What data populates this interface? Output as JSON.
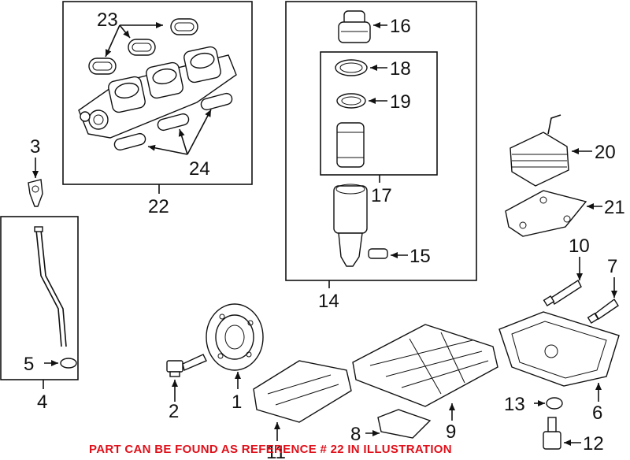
{
  "labels": {
    "p1": "1",
    "p2": "2",
    "p3": "3",
    "p4": "4",
    "p5": "5",
    "p6": "6",
    "p7": "7",
    "p8": "8",
    "p9": "9",
    "p10": "10",
    "p11": "11",
    "p12": "12",
    "p13": "13",
    "p14": "14",
    "p15": "15",
    "p16": "16",
    "p17": "17",
    "p18": "18",
    "p19": "19",
    "p20": "20",
    "p21": "21",
    "p22": "22",
    "p23": "23",
    "p24": "24"
  },
  "notice": "PART CAN BE FOUND AS REFERENCE # 22 IN ILLUSTRATION",
  "colors": {
    "notice": "#e0101a",
    "ink": "#111111"
  }
}
